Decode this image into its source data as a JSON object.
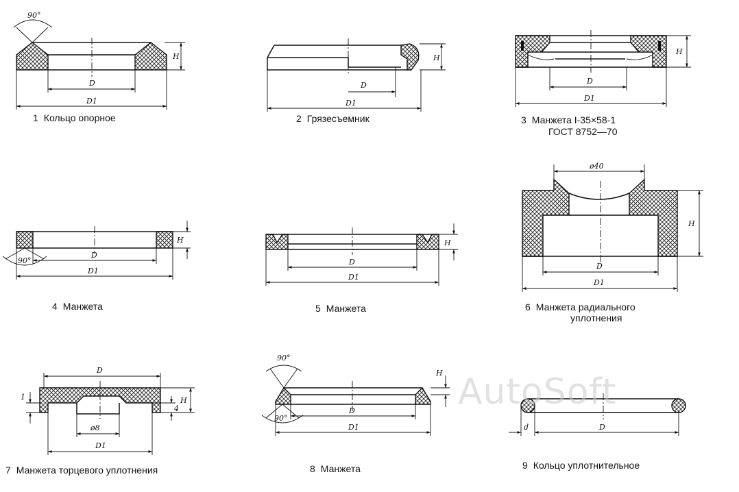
{
  "watermark": "AutoSoft",
  "parts": [
    {
      "num": "1",
      "title": "Кольцо опорное",
      "dims": {
        "angle": "90°",
        "H": "H",
        "D": "D",
        "D1": "D1"
      }
    },
    {
      "num": "2",
      "title": "Грязесъемник",
      "dims": {
        "H": "H",
        "D": "D",
        "D1": "D1"
      }
    },
    {
      "num": "3",
      "title": "Манжета I-35×58-1",
      "subtitle": "ГОСТ 8752—70",
      "dims": {
        "H": "H",
        "D": "D",
        "D1": "D1"
      }
    },
    {
      "num": "4",
      "title": "Манжета",
      "dims": {
        "angle": "90°",
        "H": "H",
        "D": "D",
        "D1": "D1"
      }
    },
    {
      "num": "5",
      "title": "Манжета",
      "dims": {
        "H": "H",
        "D": "D",
        "D1": "D1"
      }
    },
    {
      "num": "6",
      "title": "Манжета радиального",
      "subtitle": "уплотнения",
      "dims": {
        "top": "ø40",
        "H": "H",
        "D": "D",
        "D1": "D1"
      }
    },
    {
      "num": "7",
      "title": "Манжета торцевого уплотнения",
      "dims": {
        "D": "D",
        "one": "1",
        "four": "4",
        "H": "H",
        "inner": "ø8",
        "D1": "D1"
      }
    },
    {
      "num": "8",
      "title": "Манжета",
      "dims": {
        "angle1": "90°",
        "angle2": "90°",
        "H": "H",
        "D": "D",
        "D1": "D1"
      }
    },
    {
      "num": "9",
      "title": "Кольцо уплотнительное",
      "dims": {
        "d": "d",
        "D": "D"
      }
    }
  ]
}
